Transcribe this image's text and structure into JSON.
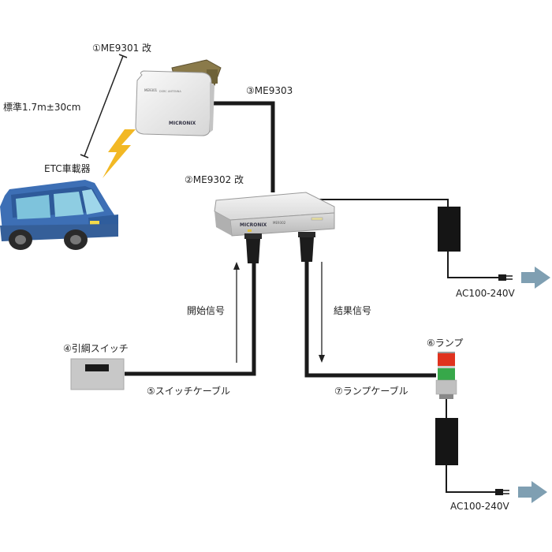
{
  "labels": {
    "me9301": "①ME9301 改",
    "distance": "標準1.7m±30cm",
    "etc": "ETC車載器",
    "me9303": "③ME9303",
    "me9302": "②ME9302 改",
    "start_signal": "開始信号",
    "end_signal": "結果信号",
    "switch": "④引綱スイッチ",
    "switch_cable": "⑤スイッチケーブル",
    "lamp": "⑥ランプ",
    "lamp_cable": "⑦ランプケーブル",
    "ac_top": "AC100-240V",
    "ac_bottom": "AC100-240V"
  },
  "device_text": {
    "antenna_brand": "MICRONIX",
    "antenna_model": "ME9301",
    "antenna_sub": "DSRC ANTENNA",
    "controller_brand": "MICRONIX",
    "controller_model": "ME9302"
  },
  "colors": {
    "cable": "#1a1a1a",
    "car_body": "#3d6fb5",
    "bolt": "#f2b824",
    "lamp_red": "#e0321e",
    "lamp_green": "#37a84a",
    "arrow": "#7f9fb2",
    "switch_box": "#c8c8c8"
  }
}
